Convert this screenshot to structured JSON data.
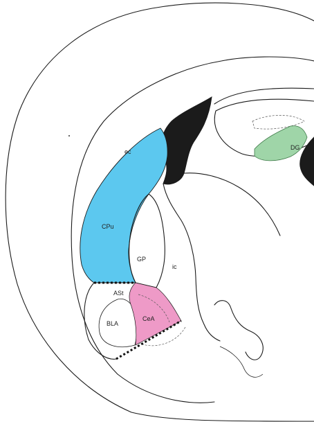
{
  "colors": {
    "caudate_putamen": "#5cc8ef",
    "amygdala_central": "#ee9ac7",
    "dentate_gyrus": "#9fd5a8",
    "ventricle": "#1b1b1b",
    "outline": "#1a1a1a"
  },
  "labels": {
    "ec": "ec",
    "cpu": "CPu",
    "gp": "GP",
    "ic": "ic",
    "ast": "ASt",
    "bla": "BLA",
    "cea": "CeA",
    "dg": "DG"
  }
}
